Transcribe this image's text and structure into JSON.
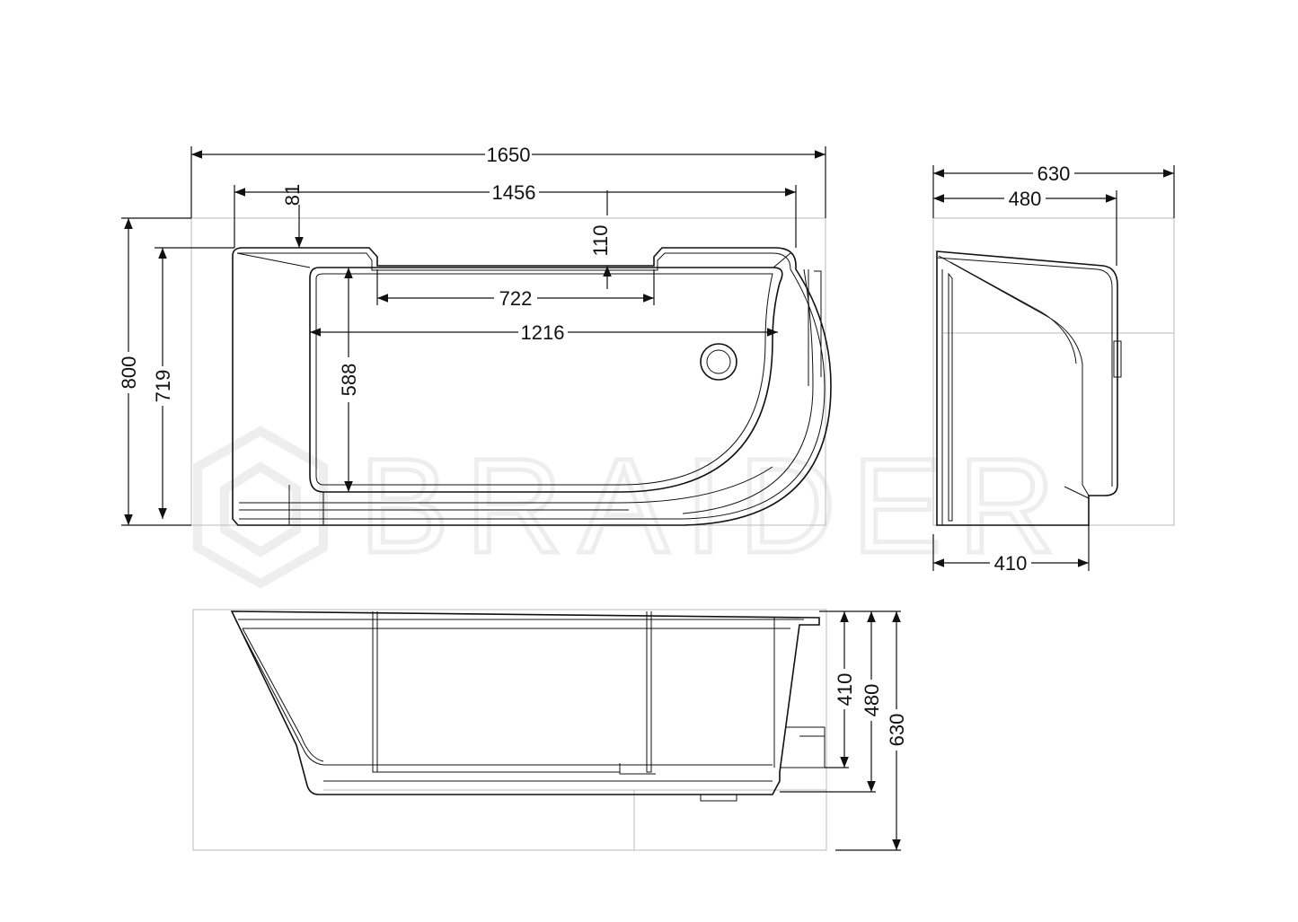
{
  "watermark": {
    "brand": "BRAIDER"
  },
  "top_view": {
    "dims": {
      "overall_length": "1650",
      "rim_length": "1456",
      "rim_offset": "81",
      "ledge_depth": "110",
      "ledge_width": "722",
      "basin_length": "1216",
      "basin_width": "588",
      "overall_width": "800",
      "rim_width": "719"
    }
  },
  "side_view": {
    "dims": {
      "overall_height": "630",
      "rim_height": "480",
      "inner_width": "410"
    }
  },
  "front_view": {
    "dims": {
      "depth_410": "410",
      "depth_480": "480",
      "height_630": "630"
    }
  }
}
